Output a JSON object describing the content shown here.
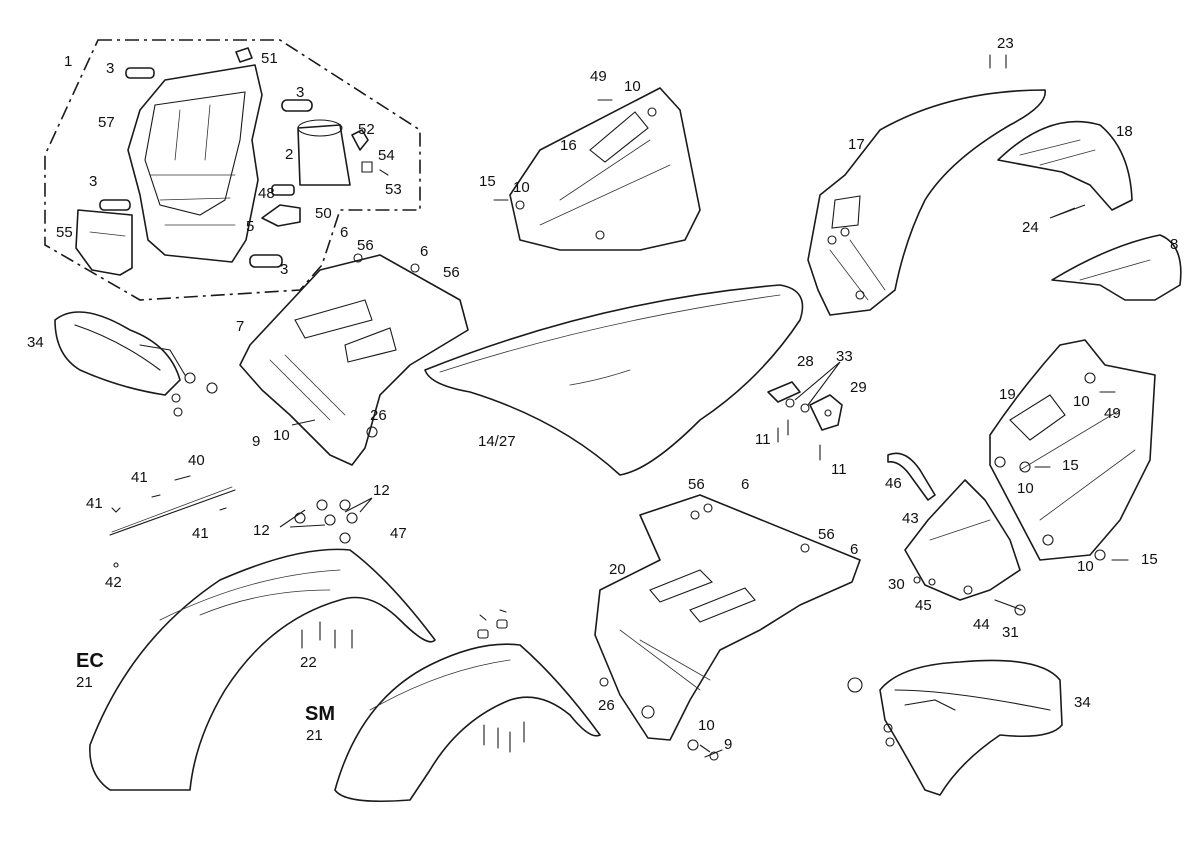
{
  "callouts": [
    {
      "id": "c1",
      "text": "1"
    },
    {
      "id": "c3a",
      "text": "3"
    },
    {
      "id": "c51",
      "text": "51"
    },
    {
      "id": "c57",
      "text": "57"
    },
    {
      "id": "c3b",
      "text": "3"
    },
    {
      "id": "c2",
      "text": "2"
    },
    {
      "id": "c52",
      "text": "52"
    },
    {
      "id": "c54",
      "text": "54"
    },
    {
      "id": "c53",
      "text": "53"
    },
    {
      "id": "c3c",
      "text": "3"
    },
    {
      "id": "c48",
      "text": "48"
    },
    {
      "id": "c5",
      "text": "5"
    },
    {
      "id": "c50",
      "text": "50"
    },
    {
      "id": "c55",
      "text": "55"
    },
    {
      "id": "c3d",
      "text": "3"
    },
    {
      "id": "c6a",
      "text": "6"
    },
    {
      "id": "c56a",
      "text": "56"
    },
    {
      "id": "c6b",
      "text": "6"
    },
    {
      "id": "c56b",
      "text": "56"
    },
    {
      "id": "c7",
      "text": "7"
    },
    {
      "id": "c34a",
      "text": "34"
    },
    {
      "id": "c26a",
      "text": "26"
    },
    {
      "id": "c9a",
      "text": "9"
    },
    {
      "id": "c10a",
      "text": "10"
    },
    {
      "id": "c49a",
      "text": "49"
    },
    {
      "id": "c10b",
      "text": "10"
    },
    {
      "id": "c16",
      "text": "16"
    },
    {
      "id": "c15a",
      "text": "15"
    },
    {
      "id": "c10c",
      "text": "10"
    },
    {
      "id": "c23",
      "text": "23"
    },
    {
      "id": "c17",
      "text": "17"
    },
    {
      "id": "c18",
      "text": "18"
    },
    {
      "id": "c24",
      "text": "24"
    },
    {
      "id": "c8",
      "text": "8"
    },
    {
      "id": "c14",
      "text": "14/27"
    },
    {
      "id": "c28",
      "text": "28"
    },
    {
      "id": "c33",
      "text": "33"
    },
    {
      "id": "c29",
      "text": "29"
    },
    {
      "id": "c11a",
      "text": "11"
    },
    {
      "id": "c11b",
      "text": "11"
    },
    {
      "id": "c19",
      "text": "19"
    },
    {
      "id": "c10d",
      "text": "10"
    },
    {
      "id": "c49b",
      "text": "49"
    },
    {
      "id": "c15b",
      "text": "15"
    },
    {
      "id": "c10e",
      "text": "10"
    },
    {
      "id": "c46",
      "text": "46"
    },
    {
      "id": "c43",
      "text": "43"
    },
    {
      "id": "c10f",
      "text": "10"
    },
    {
      "id": "c15c",
      "text": "15"
    },
    {
      "id": "c30",
      "text": "30"
    },
    {
      "id": "c45",
      "text": "45"
    },
    {
      "id": "c44",
      "text": "44"
    },
    {
      "id": "c31",
      "text": "31"
    },
    {
      "id": "c40",
      "text": "40"
    },
    {
      "id": "c41a",
      "text": "41"
    },
    {
      "id": "c41b",
      "text": "41"
    },
    {
      "id": "c41c",
      "text": "41"
    },
    {
      "id": "c42",
      "text": "42"
    },
    {
      "id": "c12a",
      "text": "12"
    },
    {
      "id": "c12b",
      "text": "12"
    },
    {
      "id": "c47",
      "text": "47"
    },
    {
      "id": "c22",
      "text": "22"
    },
    {
      "id": "c21a",
      "text": "21"
    },
    {
      "id": "c21b",
      "text": "21"
    },
    {
      "id": "c56c",
      "text": "56"
    },
    {
      "id": "c6c",
      "text": "6"
    },
    {
      "id": "c56d",
      "text": "56"
    },
    {
      "id": "c6d",
      "text": "6"
    },
    {
      "id": "c20",
      "text": "20"
    },
    {
      "id": "c26b",
      "text": "26"
    },
    {
      "id": "c10g",
      "text": "10"
    },
    {
      "id": "c9b",
      "text": "9"
    },
    {
      "id": "c34b",
      "text": "34"
    }
  ],
  "variants": {
    "ec": "EC",
    "sm": "SM"
  }
}
